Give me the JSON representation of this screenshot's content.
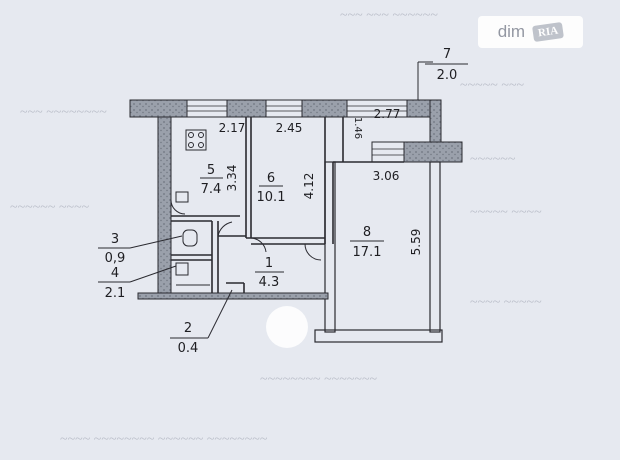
{
  "watermark": {
    "brand_text": "dim",
    "badge_text": "RIA"
  },
  "plan": {
    "rooms": [
      {
        "number": "1",
        "area": "4.3"
      },
      {
        "number": "2",
        "area": "0.4"
      },
      {
        "number": "3",
        "area": "0,9"
      },
      {
        "number": "4",
        "area": "2.1"
      },
      {
        "number": "5",
        "area": "7.4"
      },
      {
        "number": "6",
        "area": "10.1"
      },
      {
        "number": "7",
        "area": "2.0"
      },
      {
        "number": "8",
        "area": "17.1"
      }
    ],
    "dimensions": {
      "top_left": "2.17",
      "top_middle": "2.45",
      "top_small": "1.46",
      "top_right": "2.77",
      "kitchen_height": "3.34",
      "room6_height": "4.12",
      "room8_width": "3.06",
      "room8_height": "5.59"
    }
  }
}
